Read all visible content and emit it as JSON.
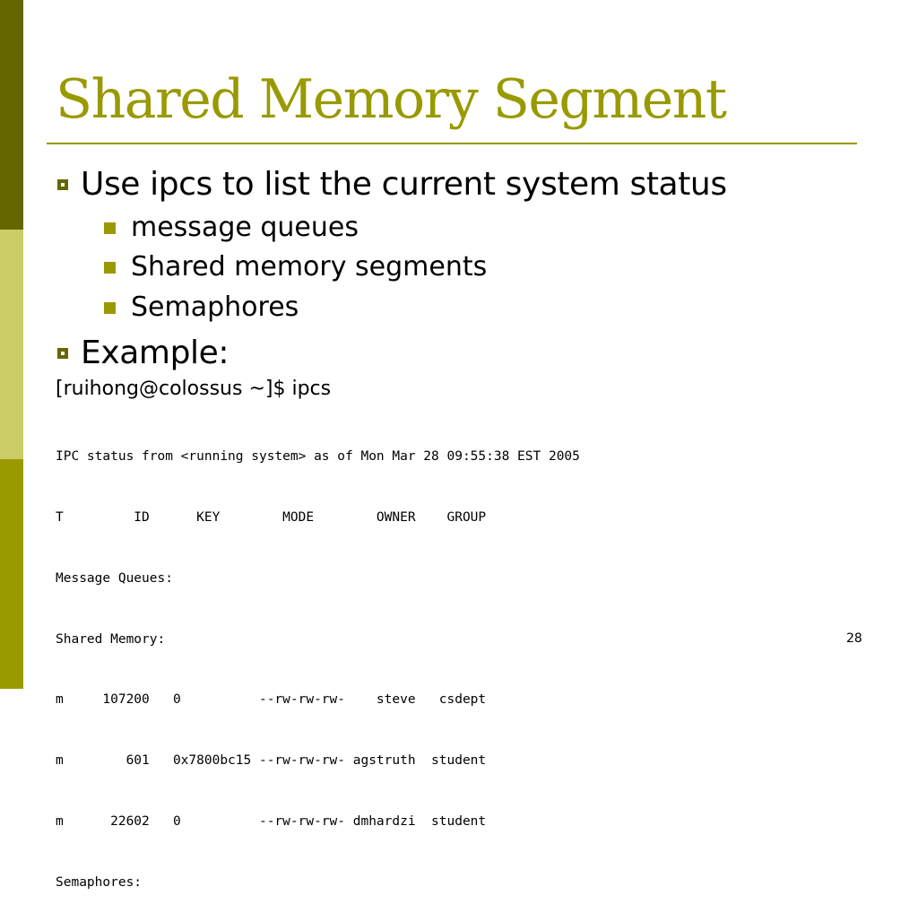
{
  "slide": {
    "title": "Shared Memory Segment",
    "bullets": [
      {
        "text": "Use ipcs to list the current system status",
        "sub": [
          "message queues",
          "Shared memory segments",
          "Semaphores"
        ]
      },
      {
        "text": "Example:"
      }
    ],
    "prompt": "[ruihong@colossus ~]$ ipcs",
    "output_lines": [
      "IPC status from <running system> as of Mon Mar 28 09:55:38 EST 2005",
      "T         ID      KEY        MODE        OWNER    GROUP",
      "Message Queues:",
      "Shared Memory:",
      "m     107200   0          --rw-rw-rw-    steve   csdept",
      "m        601   0x7800bc15 --rw-rw-rw- agstruth  student",
      "m      22602   0          --rw-rw-rw- dmhardzi  student",
      "Semaphores:"
    ],
    "page_number": "28"
  },
  "colors": {
    "accent": "#999900",
    "dark_accent": "#666600",
    "light_accent": "#cccc66"
  }
}
